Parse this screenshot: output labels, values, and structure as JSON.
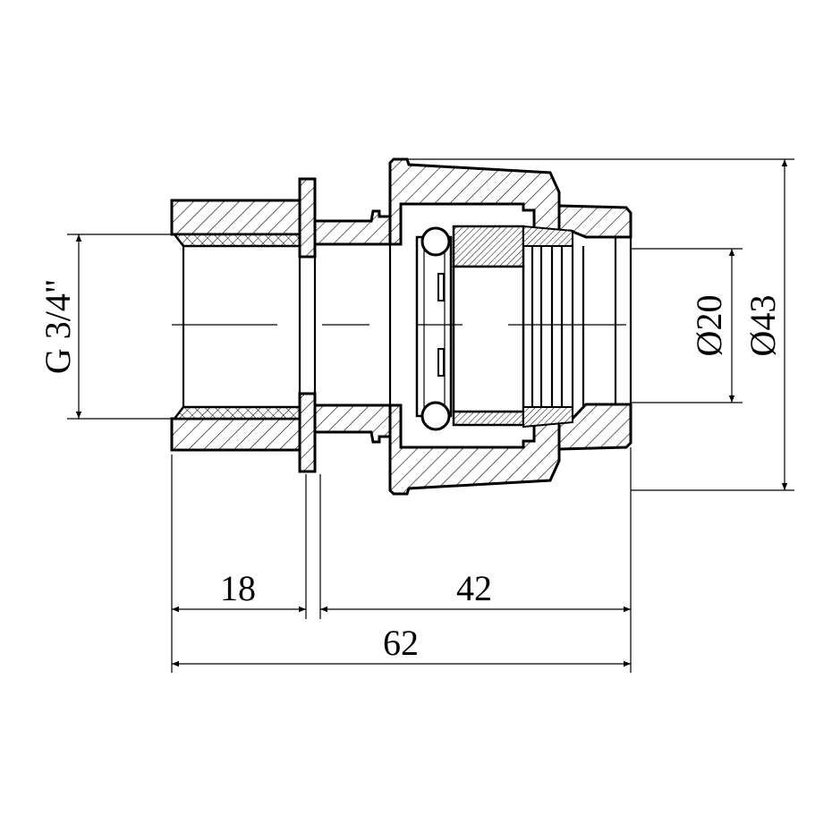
{
  "drawing": {
    "title": "Compression fitting to female thread G 3/4\" - section view",
    "line_color": "#000000",
    "background": "#ffffff"
  },
  "dimensions": {
    "thread": "G 3/4\"",
    "inner_diameter": "Ø20",
    "outer_diameter": "Ø43",
    "thread_length": "18",
    "compression_length": "42",
    "total_length": "62"
  }
}
